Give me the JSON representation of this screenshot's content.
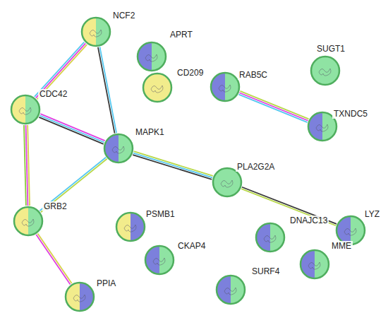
{
  "diagram": {
    "nodes": [
      {
        "text": [
          "NCF2"
        ]
      },
      {
        "text": [
          "APRT"
        ]
      },
      {
        "text": [
          "CD209"
        ]
      },
      {
        "text": [
          "SUGT1"
        ]
      },
      {
        "text": [
          "CDC42"
        ]
      },
      {
        "text": [
          "RAB5C"
        ]
      },
      {
        "text": [
          "MAPK1"
        ]
      },
      {
        "text": [
          "TXNDC5"
        ]
      },
      {
        "text": [
          "PLA2G2A"
        ]
      },
      {
        "text": [
          "GRB2"
        ]
      },
      {
        "text": [
          "PSMB1"
        ]
      },
      {
        "text": [
          "LYZ"
        ]
      },
      {
        "text": [
          "DNAJC13"
        ]
      },
      {
        "text": [
          "CKAP4"
        ]
      },
      {
        "text": [
          "SURF4"
        ]
      },
      {
        "text": [
          "MME"
        ]
      },
      {
        "text": [
          "PPIA"
        ]
      }
    ],
    "edges": [
      {
        "from": 0,
        "to": 4,
        "arrow": "none"
      },
      {
        "from": 0,
        "to": 6,
        "arrow": "none"
      },
      {
        "from": 4,
        "to": 6,
        "arrow": "none"
      },
      {
        "from": 4,
        "to": 9,
        "arrow": "none"
      },
      {
        "from": 9,
        "to": 6,
        "arrow": "none"
      },
      {
        "from": 6,
        "to": 8,
        "arrow": "none"
      },
      {
        "from": 8,
        "to": 11,
        "arrow": "none"
      },
      {
        "from": 9,
        "to": 16,
        "arrow": "none"
      },
      {
        "from": 5,
        "to": 7,
        "arrow": "none"
      }
    ]
  }
}
